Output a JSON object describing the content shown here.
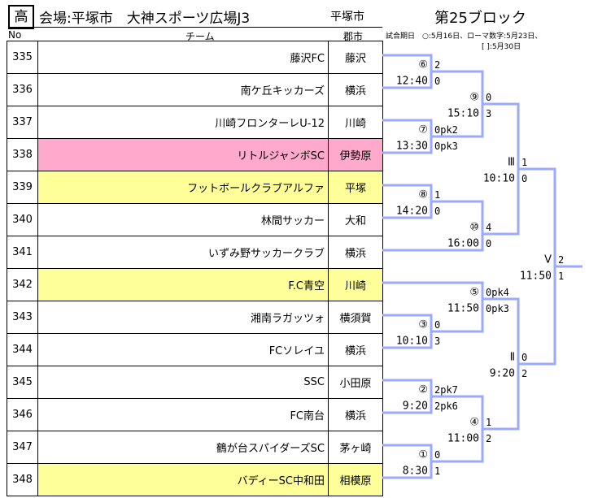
{
  "header": {
    "level_badge": "高",
    "venue": "会場:平塚市　大神スポーツ広場J3",
    "city": "平塚市",
    "block": "第25ブロック"
  },
  "columns": {
    "no": "No",
    "team": "チーム",
    "city": "郡市"
  },
  "note": {
    "line1": "試合期日　○:5月16日、ローマ数字:5月23日、",
    "line2": "[ ]:5月30日"
  },
  "rows": [
    {
      "no": "335",
      "team": "藤沢FC",
      "city": "藤沢"
    },
    {
      "no": "336",
      "team": "南ケ丘キッカーズ",
      "city": "横浜"
    },
    {
      "no": "337",
      "team": "川崎フロンターレU-12",
      "city": "川崎"
    },
    {
      "no": "338",
      "team": "リトルジャンボSC",
      "city": "伊勢原"
    },
    {
      "no": "339",
      "team": "フットボールクラブアルファ",
      "city": "平塚"
    },
    {
      "no": "340",
      "team": "林間サッカー",
      "city": "大和"
    },
    {
      "no": "341",
      "team": "いずみ野サッカークラブ",
      "city": "横浜"
    },
    {
      "no": "342",
      "team": "F.C青空",
      "city": "川崎"
    },
    {
      "no": "343",
      "team": "湘南ラガッツォ",
      "city": "横須賀"
    },
    {
      "no": "344",
      "team": "FCソレイユ",
      "city": "横浜"
    },
    {
      "no": "345",
      "team": "SSC",
      "city": "小田原"
    },
    {
      "no": "346",
      "team": "FC南台",
      "city": "横浜"
    },
    {
      "no": "347",
      "team": "鶴が台スパイダーズSC",
      "city": "茅ヶ崎"
    },
    {
      "no": "348",
      "team": "バディーSC中和田",
      "city": "相模原"
    }
  ],
  "games": {
    "g6": {
      "mark": "⑥",
      "time": "12:40",
      "s1": "2",
      "s2": "0"
    },
    "g7": {
      "mark": "⑦",
      "time": "13:30",
      "s1": "0pk2",
      "s2": "0pk3"
    },
    "g8": {
      "mark": "⑧",
      "time": "14:20",
      "s1": "1",
      "s2": "0"
    },
    "g9": {
      "mark": "⑨",
      "time": "15:10",
      "s1": "0",
      "s2": "3"
    },
    "g10": {
      "mark": "⑩",
      "time": "16:00",
      "s1": "4",
      "s2": "0"
    },
    "g3r": {
      "mark": "Ⅲ",
      "time": "10:10",
      "s1": "1",
      "s2": "0"
    },
    "g5r": {
      "mark": "Ⅴ",
      "time": "11:50",
      "s1": "2",
      "s2": "1"
    },
    "g5": {
      "mark": "⑤",
      "time": "11:50",
      "s1": "0pk4",
      "s2": "0pk3"
    },
    "g3": {
      "mark": "③",
      "time": "10:10",
      "s1": "0",
      "s2": "3"
    },
    "g2r": {
      "mark": "Ⅱ",
      "time": "9:20",
      "s1": "0",
      "s2": "2"
    },
    "g2": {
      "mark": "②",
      "time": "9:20",
      "s1": "2pk7",
      "s2": "2pk6"
    },
    "g4": {
      "mark": "④",
      "time": "11:00",
      "s1": "1",
      "s2": "2"
    },
    "g1": {
      "mark": "①",
      "time": "8:30",
      "s1": "0",
      "s2": "1"
    }
  },
  "colors": {
    "bracket": "#99aaff",
    "pink": "#ffaacc",
    "yellow": "#ffff99"
  }
}
